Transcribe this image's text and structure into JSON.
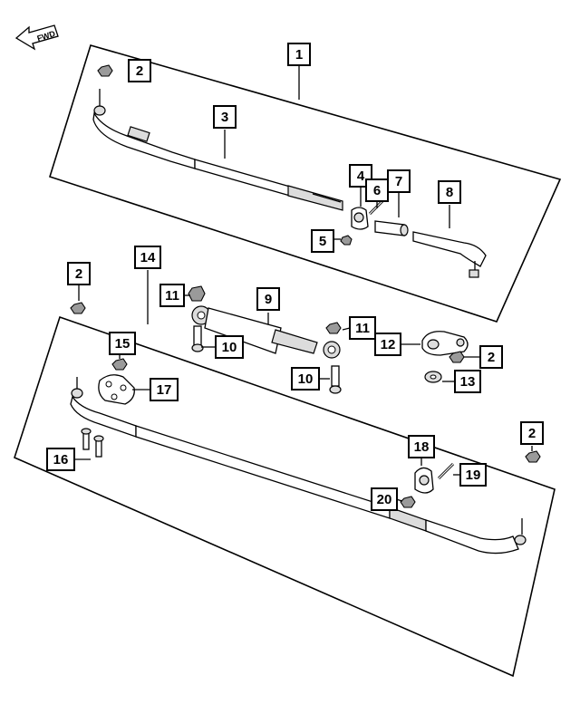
{
  "fwd_label": "FWD",
  "callouts": {
    "c1": "1",
    "c2a": "2",
    "c3": "3",
    "c4": "4",
    "c6": "6",
    "c7": "7",
    "c8": "8",
    "c5": "5",
    "c14": "14",
    "c2b": "2",
    "c11a": "11",
    "c9": "9",
    "c11b": "11",
    "c15": "15",
    "c10a": "10",
    "c12": "12",
    "c2c": "2",
    "c10b": "10",
    "c13": "13",
    "c17": "17",
    "c2d": "2",
    "c18": "18",
    "c16": "16",
    "c19": "19",
    "c20": "20"
  },
  "colors": {
    "line": "#000000",
    "fill": "#ffffff",
    "shade": "#dcdcdc",
    "dark": "#9a9a9a"
  }
}
